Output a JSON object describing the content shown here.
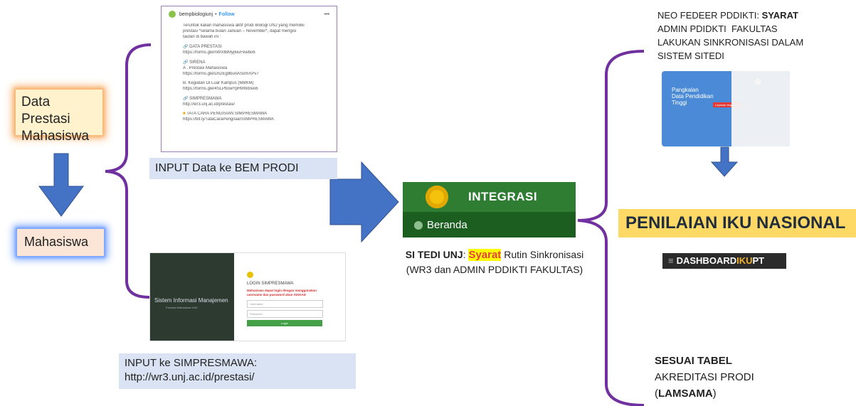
{
  "left": {
    "data_prestasi_line1": "Data Prestasi",
    "data_prestasi_line2": "Mahasiswa",
    "mahasiswa": "Mahasiswa"
  },
  "instagram": {
    "account": "bempbiologiunj",
    "follow": "Follow",
    "more": "•••",
    "intro1": "Teruntuk kalian mahasiswa aktif prodi Biologi UNJ yang memiliki",
    "intro2": "prestasi *selama bulan Januari – November*, dapat mengisi",
    "intro3": "tautan di bawah ini :",
    "data_prestasi": "DATA PRESTASI",
    "link1": "https://forms.gle/nWXtBMyj6iuFewbo6",
    "sirena": "SIRENA",
    "sirena_a": "A . Prestasi Mahasiswa",
    "link2": "https://forms.gle/Dn2Eg8bunASomXPv7",
    "sirena_b": "B. Kegiatan Di Luar Kampus (MBKM)",
    "link3": "https://forms.gle/4SLPbowYpH9Wdreo6",
    "simpresmawa": "SIMPRESMAWA",
    "link4": "http://wr3.unj.ac.id/prestasi/",
    "tata_cara": "TATA CARA PENGISIAN SIMPRESMAWA",
    "link5": "https://bit.ly/TataCaraPengisianSIMPRESMAWA"
  },
  "input_bem": "INPUT Data ke BEM PRODI",
  "login": {
    "left_title": "Sistem Informasi Manajemen",
    "left_sub": "Prestasi Mahasiswa UNJ",
    "title": "LOGIN SIMPRESMAWA",
    "warning": "Mahasiswa dapat login dengan menggunakan username dan password akun SIAKAD",
    "username_placeholder": "Username",
    "password_placeholder": "Password",
    "button": "Login"
  },
  "input_simpres_line1": "INPUT ke SIMPRESMAWA:",
  "input_simpres_line2": "http://wr3.unj.ac.id/prestasi/",
  "integrasi": {
    "title": "INTEGRASI",
    "menu": "Beranda"
  },
  "sitedi_caption": {
    "bold": "SI TEDI UNJ",
    "colon": ": ",
    "syarat": "Syarat",
    "rest": " Rutin Sinkronisasi",
    "line2": "(WR3 dan ADMIN PDDIKTI FAKULTAS)"
  },
  "neo": {
    "line1_a": "NEO FEDEER PDDIKTI: ",
    "line1_b": "SYARAT",
    "line2": "ADMIN PDIDKTI  FAKULTAS",
    "line3": "LAKUKAN SINKRONISASI DALAM",
    "line4": "SISTEM SITEDI"
  },
  "pddikti": {
    "title1": "Pangkalan",
    "title2": "Data Pendidikan",
    "title3": "Tinggi",
    "badge": "Layanan terganggu"
  },
  "iku": {
    "title": "PENILAIAN IKU NASIONAL",
    "dash_a": "DASHBOARD",
    "dash_b": "IKU",
    "dash_c": "PT"
  },
  "sesuai": {
    "line1": "SESUAI TABEL",
    "line2": "AKREDITASI PRODI",
    "line3_a": "(",
    "line3_b": "LAMSAMA",
    "line3_c": ")"
  },
  "colors": {
    "arrow": "#4472c4",
    "bracket": "#7030a0",
    "syarat_bg": "#ffff00",
    "syarat_fg": "#e04040",
    "green": "#2e7d32"
  }
}
